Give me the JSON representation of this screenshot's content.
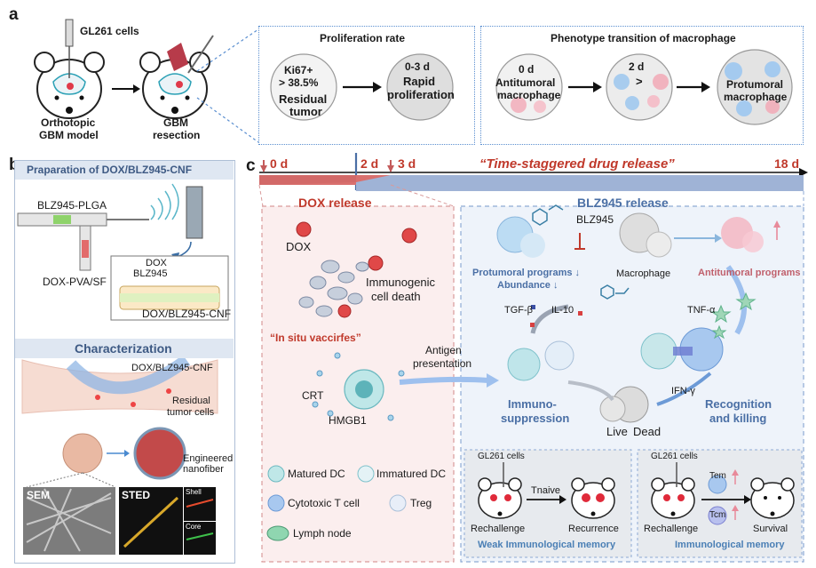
{
  "panel_a": {
    "letter": "a",
    "gl261": "GL261 cells",
    "model_line1": "Orthotopic",
    "model_line2": "GBM model",
    "resection_line1": "GBM",
    "resection_line2": "resection",
    "prolif_title": "Proliferation rate",
    "ki67_line1": "Ki67+",
    "ki67_line2": "> 38.5%",
    "residual_line1": "Residual",
    "residual_line2": "tumor",
    "rapid_line1": "0-3 d",
    "rapid_line2": "Rapid",
    "rapid_line3": "proliferation",
    "pheno_title": "Phenotype transition of macrophage",
    "day0": "0 d",
    "anti_line1": "Antitumoral",
    "anti_line2": "macrophage",
    "day2": "2 d",
    "gt": ">",
    "pro_line1": "Protumoral",
    "pro_line2": "macrophage"
  },
  "panel_b": {
    "letter": "b",
    "prep_title": "Praparation of DOX/BLZ945-CNF",
    "blz_plga": "BLZ945-PLGA",
    "dox_pva": "DOX-PVA/SF",
    "dox": "DOX",
    "blz945": "BLZ945",
    "cnf": "DOX/BLZ945-CNF",
    "char_title": "Characterization",
    "cnf2": "DOX/BLZ945-CNF",
    "residual_cells_line1": "Residual",
    "residual_cells_line2": "tumor cells",
    "engineered_line1": "Engineered",
    "engineered_line2": "nanofiber",
    "sem": "SEM",
    "sted": "STED",
    "shell": "Shell",
    "core": "Core"
  },
  "panel_c": {
    "letter": "c",
    "t0": "0 d",
    "t2": "2 d",
    "t3": "3 d",
    "timeline_title": "“Time-staggered drug release”",
    "t18": "18 d",
    "dox_release": "DOX release",
    "blz_release": "BLZ945 release",
    "dox_label": "DOX",
    "icd_line1": "Immunogenic",
    "icd_line2": "cell death",
    "in_situ": "“In situ vaccirfes”",
    "crt": "CRT",
    "hmgb1": "HMGB1",
    "antigen_line1": "Antigen",
    "antigen_line2": "presentation",
    "blz945_mol": "BLZ945",
    "protumoral_programs": "Protumoral programs ↓",
    "abundance": "Abundance ↓",
    "macrophage": "Macrophage",
    "antitumoral_programs": "Antitumoral programs",
    "tgf": "TGF-β",
    "il10": "IL-10",
    "tnf": "TNF-α",
    "ifn": "IFN-γ",
    "immuno_line1": "Immuno-",
    "immuno_line2": "suppression",
    "recog_line1": "Recognition",
    "recog_line2": "and killing",
    "live": "Live",
    "dead": "Dead",
    "legend_matured": "Matured DC",
    "legend_immatured": "Immatured DC",
    "legend_ctl": "Cytotoxic T cell",
    "legend_treg": "Treg",
    "legend_lymph": "Lymph node",
    "gl261_left": "GL261 cells",
    "rechallenge_left": "Rechallenge",
    "tnaive": "Tnaive",
    "recurrence": "Recurrence",
    "weak_memory": "Weak Immunological memory",
    "gl261_right": "GL261 cells",
    "rechallenge_right": "Rechallenge",
    "tem": "Tem",
    "tcm": "Tcm",
    "survival": "Survival",
    "memory": "Immunological memory"
  },
  "colors": {
    "blue_border": "#5b8fd0",
    "dox_red": "#c0392b",
    "blz_blue": "#4a6fa5",
    "red_bar": "#d9706e",
    "blue_bar": "#9fb3d6",
    "legend_blue": "#4a7fb5"
  }
}
